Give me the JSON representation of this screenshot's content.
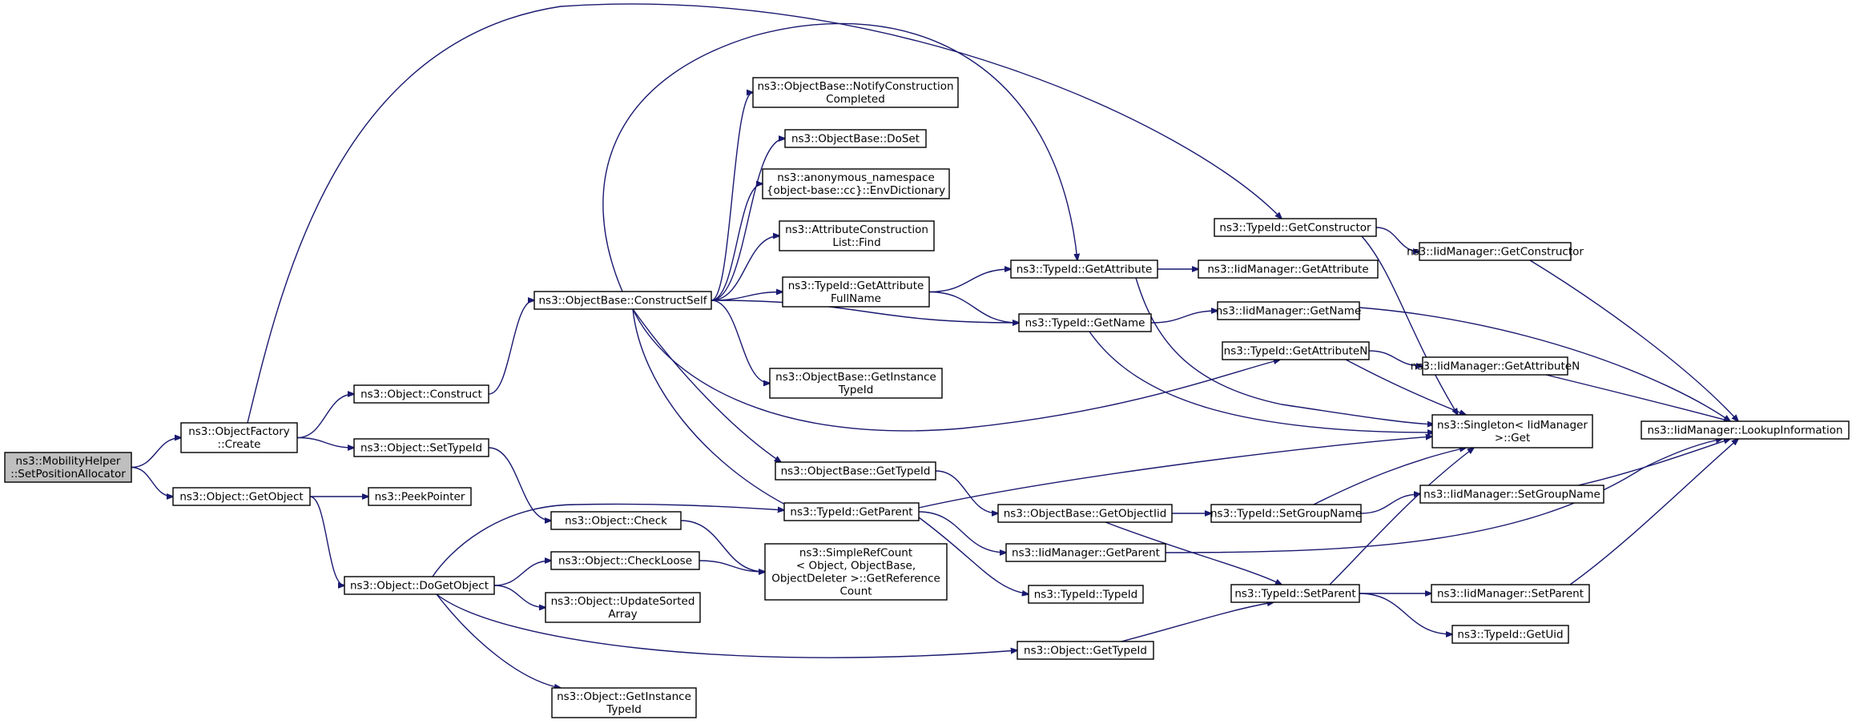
{
  "diagram": {
    "colors": {
      "edge": "#191970",
      "root_fill": "#bfbfbf",
      "node_fill": "#ffffff",
      "border": "#000000"
    },
    "nodes": [
      {
        "id": "n0",
        "lines": [
          "ns3::MobilityHelper",
          "::SetPositionAllocator"
        ],
        "root": true
      },
      {
        "id": "n1",
        "lines": [
          "ns3::ObjectFactory",
          "::Create"
        ]
      },
      {
        "id": "n2",
        "lines": [
          "ns3::Object::GetObject"
        ]
      },
      {
        "id": "n3",
        "lines": [
          "ns3::Object::Construct"
        ]
      },
      {
        "id": "n4",
        "lines": [
          "ns3::Object::SetTypeId"
        ]
      },
      {
        "id": "n5",
        "lines": [
          "ns3::PeekPointer"
        ]
      },
      {
        "id": "n6",
        "lines": [
          "ns3::Object::DoGetObject"
        ]
      },
      {
        "id": "n7",
        "lines": [
          "ns3::ObjectBase::ConstructSelf"
        ]
      },
      {
        "id": "n8",
        "lines": [
          "ns3::Object::Check"
        ]
      },
      {
        "id": "n9",
        "lines": [
          "ns3::Object::CheckLoose"
        ]
      },
      {
        "id": "n10",
        "lines": [
          "ns3::Object::UpdateSorted",
          "Array"
        ]
      },
      {
        "id": "n11",
        "lines": [
          "ns3::Object::GetInstance",
          "TypeId"
        ]
      },
      {
        "id": "n12",
        "lines": [
          "ns3::ObjectBase::NotifyConstruction",
          "Completed"
        ]
      },
      {
        "id": "n13",
        "lines": [
          "ns3::ObjectBase::DoSet"
        ]
      },
      {
        "id": "n14",
        "lines": [
          "ns3::anonymous_namespace",
          "{object-base::cc}::EnvDictionary"
        ]
      },
      {
        "id": "n15",
        "lines": [
          "ns3::AttributeConstruction",
          "List::Find"
        ]
      },
      {
        "id": "n16",
        "lines": [
          "ns3::TypeId::GetAttribute",
          "FullName"
        ]
      },
      {
        "id": "n17",
        "lines": [
          "ns3::ObjectBase::GetInstance",
          "TypeId"
        ]
      },
      {
        "id": "n18",
        "lines": [
          "ns3::ObjectBase::GetTypeId"
        ]
      },
      {
        "id": "n19",
        "lines": [
          "ns3::TypeId::GetParent"
        ]
      },
      {
        "id": "n20",
        "lines": [
          "ns3::SimpleRefCount",
          "< Object, ObjectBase,",
          "ObjectDeleter >::GetReference",
          "Count"
        ]
      },
      {
        "id": "n21",
        "lines": [
          "ns3::TypeId::GetAttribute"
        ]
      },
      {
        "id": "n22",
        "lines": [
          "ns3::TypeId::GetName"
        ]
      },
      {
        "id": "n23",
        "lines": [
          "ns3::TypeId::GetConstructor"
        ]
      },
      {
        "id": "n24",
        "lines": [
          "ns3::TypeId::GetAttributeN"
        ]
      },
      {
        "id": "n25",
        "lines": [
          "ns3::ObjectBase::GetObjectIid"
        ]
      },
      {
        "id": "n26",
        "lines": [
          "ns3::IidManager::GetParent"
        ]
      },
      {
        "id": "n27",
        "lines": [
          "ns3::TypeId::TypeId"
        ]
      },
      {
        "id": "n28",
        "lines": [
          "ns3::Object::GetTypeId"
        ]
      },
      {
        "id": "n29",
        "lines": [
          "ns3::IidManager::GetAttribute"
        ]
      },
      {
        "id": "n30",
        "lines": [
          "ns3::IidManager::GetName"
        ]
      },
      {
        "id": "n31",
        "lines": [
          "ns3::IidManager::GetConstructor"
        ]
      },
      {
        "id": "n32",
        "lines": [
          "ns3::IidManager::GetAttributeN"
        ]
      },
      {
        "id": "n33",
        "lines": [
          "ns3::Singleton< IidManager",
          ">::Get"
        ]
      },
      {
        "id": "n34",
        "lines": [
          "ns3::TypeId::SetGroupName"
        ]
      },
      {
        "id": "n35",
        "lines": [
          "ns3::TypeId::SetParent"
        ]
      },
      {
        "id": "n36",
        "lines": [
          "ns3::IidManager::SetGroupName"
        ]
      },
      {
        "id": "n37",
        "lines": [
          "ns3::IidManager::SetParent"
        ]
      },
      {
        "id": "n38",
        "lines": [
          "ns3::TypeId::GetUid"
        ]
      },
      {
        "id": "n39",
        "lines": [
          "ns3::IidManager::LookupInformation"
        ]
      }
    ],
    "edges": [
      [
        "n0",
        "n1"
      ],
      [
        "n0",
        "n2"
      ],
      [
        "n1",
        "n3"
      ],
      [
        "n1",
        "n4"
      ],
      [
        "n1",
        "n23"
      ],
      [
        "n2",
        "n5"
      ],
      [
        "n2",
        "n6"
      ],
      [
        "n3",
        "n7"
      ],
      [
        "n4",
        "n8"
      ],
      [
        "n6",
        "n9"
      ],
      [
        "n6",
        "n10"
      ],
      [
        "n6",
        "n11"
      ],
      [
        "n6",
        "n19"
      ],
      [
        "n6",
        "n28"
      ],
      [
        "n7",
        "n12"
      ],
      [
        "n7",
        "n13"
      ],
      [
        "n7",
        "n14"
      ],
      [
        "n7",
        "n15"
      ],
      [
        "n7",
        "n16"
      ],
      [
        "n7",
        "n17"
      ],
      [
        "n7",
        "n18"
      ],
      [
        "n7",
        "n19"
      ],
      [
        "n7",
        "n21"
      ],
      [
        "n7",
        "n22"
      ],
      [
        "n7",
        "n24"
      ],
      [
        "n8",
        "n20"
      ],
      [
        "n9",
        "n20"
      ],
      [
        "n16",
        "n21"
      ],
      [
        "n16",
        "n22"
      ],
      [
        "n18",
        "n25"
      ],
      [
        "n19",
        "n26"
      ],
      [
        "n19",
        "n27"
      ],
      [
        "n19",
        "n33"
      ],
      [
        "n21",
        "n29"
      ],
      [
        "n21",
        "n33"
      ],
      [
        "n22",
        "n30"
      ],
      [
        "n22",
        "n33"
      ],
      [
        "n23",
        "n31"
      ],
      [
        "n23",
        "n33"
      ],
      [
        "n24",
        "n32"
      ],
      [
        "n24",
        "n33"
      ],
      [
        "n25",
        "n34"
      ],
      [
        "n25",
        "n35"
      ],
      [
        "n26",
        "n39"
      ],
      [
        "n28",
        "n35"
      ],
      [
        "n30",
        "n39"
      ],
      [
        "n31",
        "n39"
      ],
      [
        "n32",
        "n39"
      ],
      [
        "n34",
        "n33"
      ],
      [
        "n34",
        "n36"
      ],
      [
        "n35",
        "n33"
      ],
      [
        "n35",
        "n37"
      ],
      [
        "n35",
        "n38"
      ],
      [
        "n36",
        "n39"
      ],
      [
        "n37",
        "n39"
      ]
    ]
  }
}
